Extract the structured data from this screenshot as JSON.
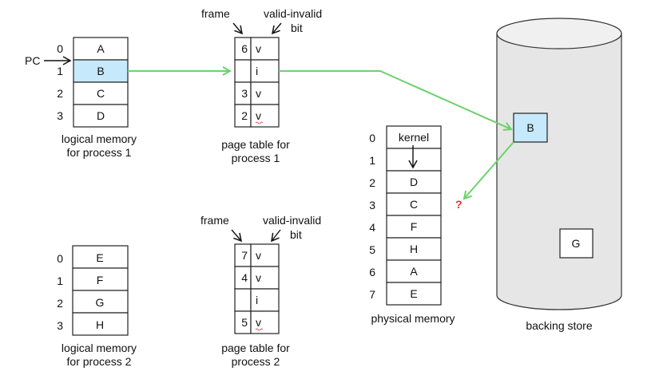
{
  "process1": {
    "logical_memory": {
      "indices": [
        "0",
        "1",
        "2",
        "3"
      ],
      "pages": [
        "A",
        "B",
        "C",
        "D"
      ],
      "highlighted_index": 1,
      "label_line1": "logical memory",
      "label_line2": "for process 1"
    },
    "pc_label": "PC",
    "page_table": {
      "frame_header": "frame",
      "bit_header_line1": "valid-invalid",
      "bit_header_line2": "bit",
      "rows": [
        {
          "frame": "6",
          "bit": "v"
        },
        {
          "frame": "",
          "bit": "i"
        },
        {
          "frame": "3",
          "bit": "v"
        },
        {
          "frame": "2",
          "bit": "v"
        }
      ],
      "label_line1": "page table for",
      "label_line2": "process 1"
    }
  },
  "process2": {
    "logical_memory": {
      "indices": [
        "0",
        "1",
        "2",
        "3"
      ],
      "pages": [
        "E",
        "F",
        "G",
        "H"
      ],
      "label_line1": "logical memory",
      "label_line2": "for process 2"
    },
    "page_table": {
      "frame_header": "frame",
      "bit_header_line1": "valid-invalid",
      "bit_header_line2": "bit",
      "rows": [
        {
          "frame": "7",
          "bit": "v"
        },
        {
          "frame": "4",
          "bit": "v"
        },
        {
          "frame": "",
          "bit": "i"
        },
        {
          "frame": "5",
          "bit": "v"
        }
      ],
      "label_line1": "page table for",
      "label_line2": "process 2"
    }
  },
  "physical_memory": {
    "indices": [
      "0",
      "1",
      "2",
      "3",
      "4",
      "5",
      "6",
      "7"
    ],
    "frames": [
      "kernel",
      "",
      "D",
      "C",
      "F",
      "H",
      "A",
      "E"
    ],
    "label": "physical memory"
  },
  "backing_store": {
    "label": "backing store",
    "pages": [
      "B",
      "G"
    ]
  },
  "question_mark": "?",
  "colors": {
    "highlight": "#c6e9fb",
    "arrow_green": "#6cd16c",
    "question_red": "#d9312b",
    "cylinder_body": "#e6e6e6",
    "cylinder_top": "#f0f0f0"
  }
}
